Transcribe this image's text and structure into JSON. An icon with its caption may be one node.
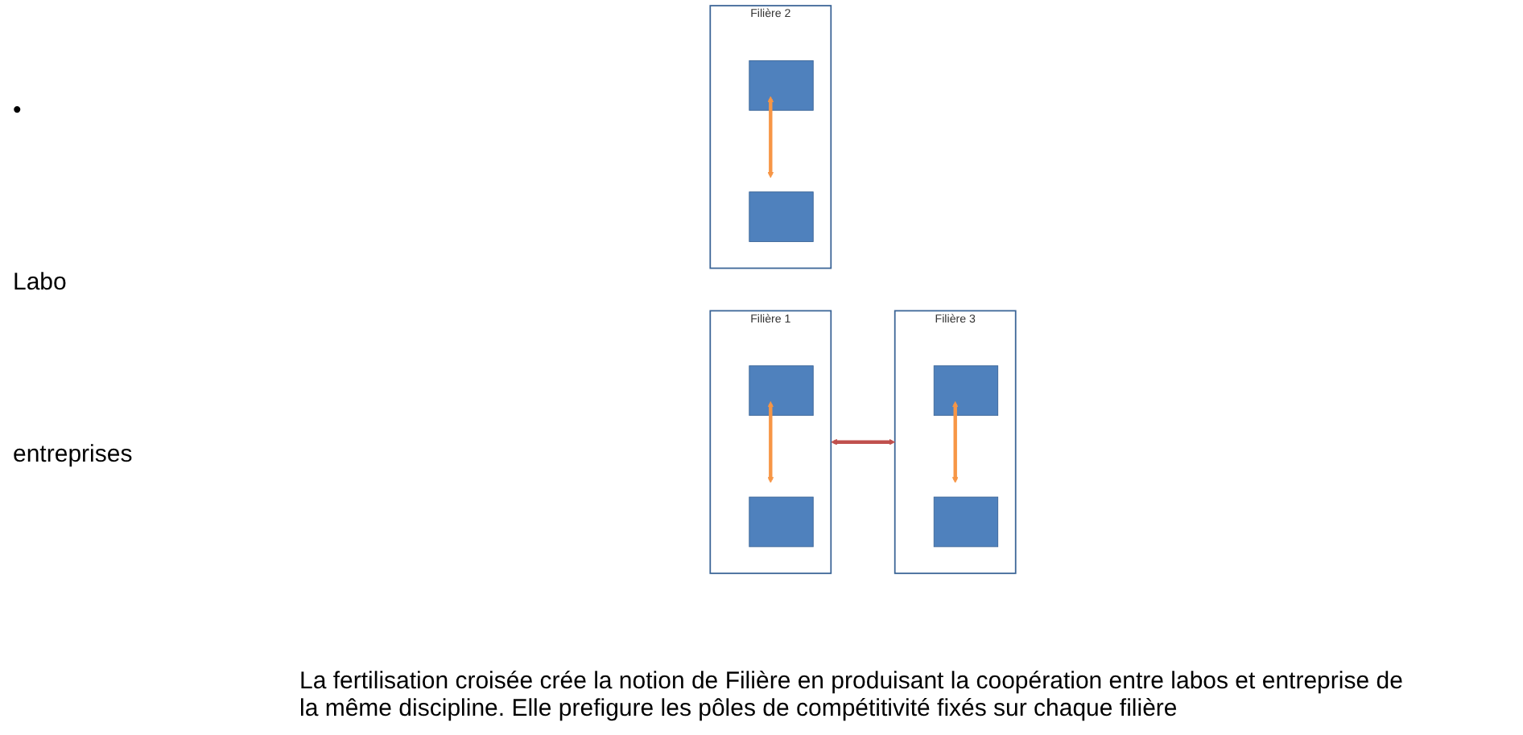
{
  "diagram": {
    "caption": "La fertilisation croisée crée la notion de Filière en produisant la coopération entre labos et entreprise de la même discipline. Elle prefigure les pôles de compétitivité fixés sur chaque filière",
    "nodes": [
      {
        "text": [
          "Filière 1"
        ]
      },
      {
        "text": [],
        "shape": "box",
        "in": 0
      },
      {
        "text": [],
        "shape": "box",
        "in": 0
      },
      {
        "text": [
          "Filière 2"
        ]
      },
      {
        "text": [],
        "shape": "box",
        "in": 3
      },
      {
        "text": [],
        "shape": "box",
        "in": 3
      },
      {
        "text": [
          "Filière 3"
        ]
      },
      {
        "text": [],
        "shape": "box",
        "in": 6
      },
      {
        "text": [],
        "shape": "box",
        "in": 6
      }
    ],
    "edges": [
      {
        "from": 1,
        "to": 2,
        "arrow": "both"
      },
      {
        "from": 4,
        "to": 5,
        "arrow": "both"
      },
      {
        "from": 7,
        "to": 8,
        "arrow": "both"
      },
      {
        "from": 0,
        "to": 6,
        "arrow": "both",
        "color": "#c0504d"
      }
    ],
    "labels": [
      "•",
      "Labo",
      "entreprises"
    ]
  }
}
